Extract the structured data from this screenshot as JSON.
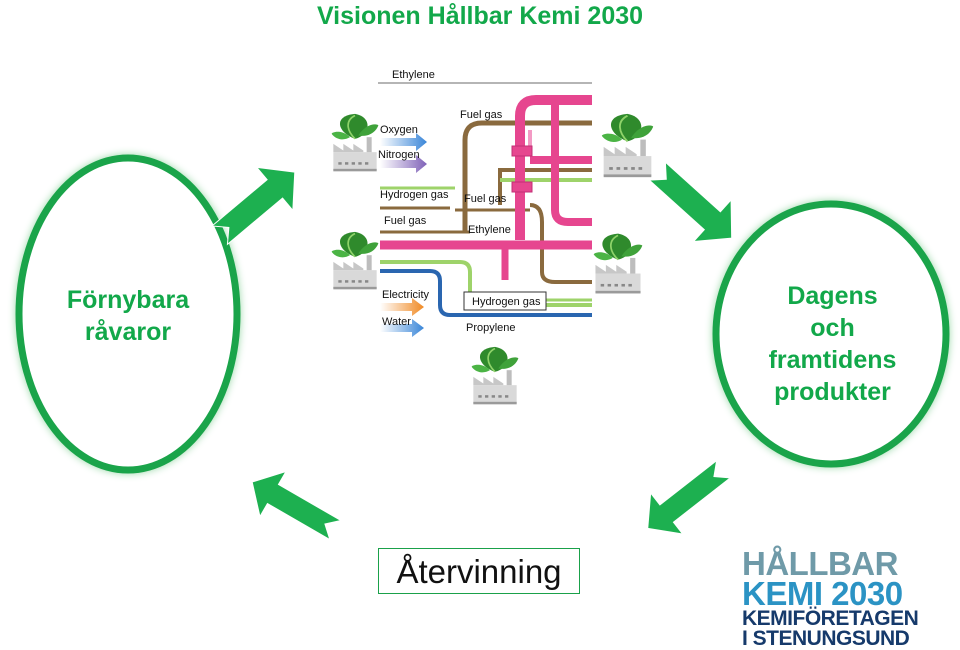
{
  "title": "Visionen Hållbar Kemi 2030",
  "left_circle": {
    "line1": "Förnybara",
    "line2": "råvaror"
  },
  "right_circle": {
    "line1": "Dagens",
    "line2": "och",
    "line3": "framtidens",
    "line4": "produkter"
  },
  "recycling": "Återvinning",
  "pipe_labels": {
    "ethylene_top": "Ethylene",
    "oxygen": "Oxygen",
    "nitrogen": "Nitrogen",
    "fuel_gas_top": "Fuel gas",
    "hydrogen_gas_left": "Hydrogen gas",
    "fuel_gas_mid": "Fuel gas",
    "fuel_gas_left": "Fuel gas",
    "ethylene_mid": "Ethylene",
    "electricity": "Electricity",
    "hydrogen_gas_box": "Hydrogen gas",
    "water": "Water",
    "propylene": "Propylene"
  },
  "logo": {
    "line1": "HÅLLBAR",
    "line2": "KEMI 2030",
    "line3": "KEMIFÖRETAGEN",
    "line4": "I STENUNGSUND"
  },
  "colors": {
    "accent_green": "#12a84a",
    "pipe_pink": "#e6468f",
    "pipe_brown": "#8a6a3e",
    "pipe_blue": "#2a66b0",
    "pipe_light_green": "#9ed36a"
  }
}
